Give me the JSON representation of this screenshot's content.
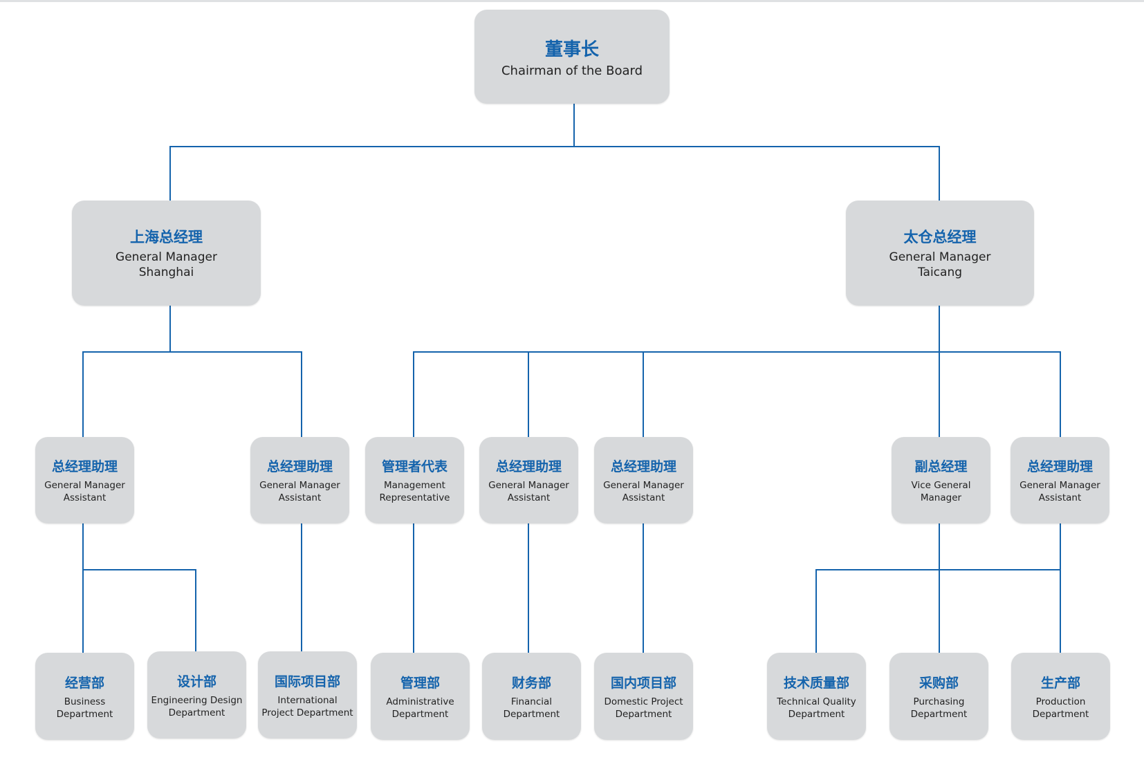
{
  "diagram": {
    "line_color": "#1463ac",
    "box_color": "#d7d9db",
    "chinese_text_color": "#1463ac",
    "chairman": {
      "zh": "董事长",
      "en": "Chairman of  the Board"
    },
    "gm_shanghai": {
      "zh": "上海总经理",
      "en": "General Manager\nShanghai"
    },
    "gm_taicang": {
      "zh": "太仓总经理",
      "en": "General Manager\nTaicang"
    },
    "sh_assistant_1": {
      "zh": "总经理助理",
      "en": "General Manager\nAssistant"
    },
    "sh_assistant_2": {
      "zh": "总经理助理",
      "en": "General Manager\nAssistant"
    },
    "tc_mgmt_rep": {
      "zh": "管理者代表",
      "en": "Management\nRepresentative"
    },
    "tc_assistant_1": {
      "zh": "总经理助理",
      "en": "General Manager\nAssistant"
    },
    "tc_assistant_2": {
      "zh": "总经理助理",
      "en": "General Manager\nAssistant"
    },
    "tc_vice_gm": {
      "zh": "副总经理",
      "en": "Vice General\nManager"
    },
    "tc_assistant_3": {
      "zh": "总经理助理",
      "en": "General Manager\nAssistant"
    },
    "dept_business": {
      "zh": "经营部",
      "en": "Business\nDepartment"
    },
    "dept_design": {
      "zh": "设计部",
      "en": "Engineering Design\nDepartment"
    },
    "dept_international": {
      "zh": "国际项目部",
      "en": "International\nProject Department"
    },
    "dept_admin": {
      "zh": "管理部",
      "en": "Administrative\nDepartment"
    },
    "dept_finance": {
      "zh": "财务部",
      "en": "Financial\nDepartment"
    },
    "dept_domestic": {
      "zh": "国内项目部",
      "en": "Domestic Project\nDepartment"
    },
    "dept_tech_quality": {
      "zh": "技术质量部",
      "en": "Technical Quality\nDepartment"
    },
    "dept_purchasing": {
      "zh": "采购部",
      "en": "Purchasing\nDepartment"
    },
    "dept_production": {
      "zh": "生产部",
      "en": "Production\nDepartment"
    }
  }
}
